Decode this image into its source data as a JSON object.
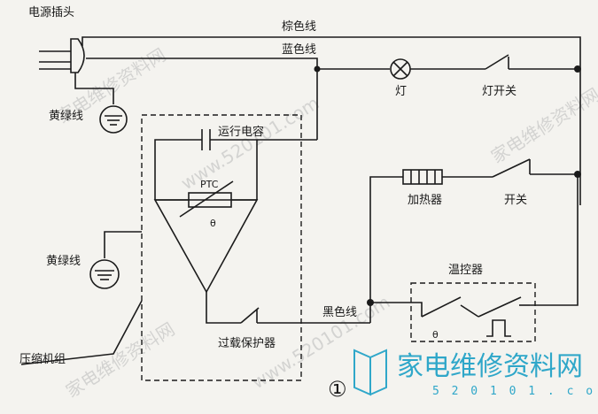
{
  "labels": {
    "plug": "电源插头",
    "brown_wire": "棕色线",
    "blue_wire": "蓝色线",
    "lamp": "灯",
    "lamp_switch": "灯开关",
    "ground_wire_top": "黄绿线",
    "run_capacitor": "运行电容",
    "ptc": "PTC",
    "theta_ptc": "θ",
    "heater": "加热器",
    "switch": "开关",
    "ground_wire_left": "黄绿线",
    "thermostat": "温控器",
    "black_wire": "黑色线",
    "theta_thermo": "θ",
    "overload_protector": "过载保护器",
    "compressor_group": "压缩机组",
    "figure_number": "①"
  },
  "watermark": {
    "brand": "家电维修资料网",
    "url": "5 2 0 1 0 1 . c o m",
    "diag_text": "家电维修资料网",
    "diag_url": "www.520101.com"
  },
  "colors": {
    "line": "#1b1b1b",
    "background": "#f4f3ef",
    "watermark_brand": "#2fa7c9"
  }
}
